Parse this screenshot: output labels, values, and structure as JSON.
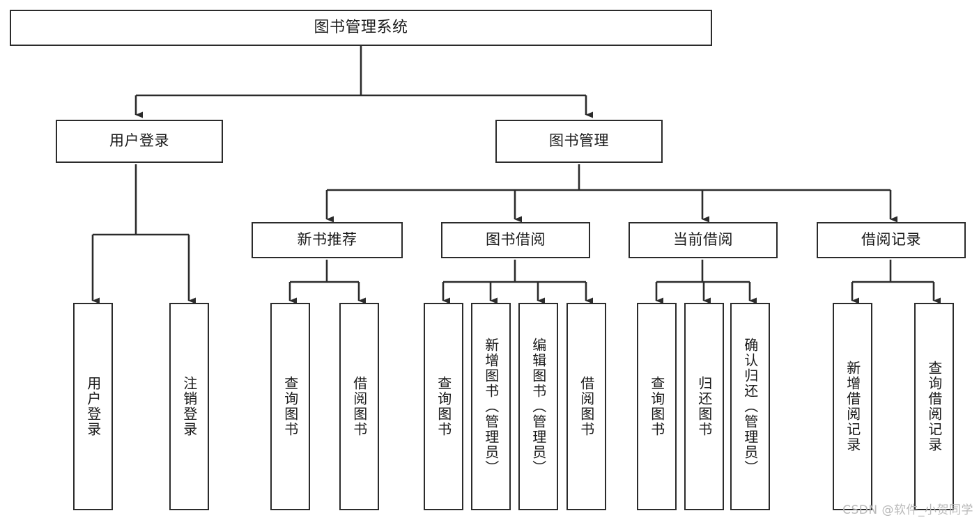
{
  "diagram": {
    "type": "tree-hierarchy",
    "title": "图书管理系统",
    "watermark": "CSDN @软件_小贺同学",
    "colors": {
      "stroke": "#2b2b2b",
      "fill": "#ffffff",
      "text": "#1a1a1a",
      "watermark": "#b9b9b9",
      "background": "#ffffff"
    },
    "levels": {
      "root_label": "图书管理系统",
      "level2_labels": [
        "用户登录",
        "图书管理"
      ],
      "level3_labels": [
        "新书推荐",
        "图书借阅",
        "当前借阅",
        "借阅记录"
      ]
    },
    "nodes": {
      "root": {
        "label": "图书管理系统",
        "orientation": "horizontal"
      },
      "user_login": {
        "label": "用户登录",
        "orientation": "horizontal"
      },
      "book_manage": {
        "label": "图书管理",
        "orientation": "horizontal"
      },
      "new_book_rec": {
        "label": "新书推荐",
        "orientation": "horizontal"
      },
      "book_borrow": {
        "label": "图书借阅",
        "orientation": "horizontal"
      },
      "current_borrow": {
        "label": "当前借阅",
        "orientation": "horizontal"
      },
      "borrow_record": {
        "label": "借阅记录",
        "orientation": "horizontal"
      },
      "leaf_user_login": {
        "label": "用户登录",
        "orientation": "vertical"
      },
      "leaf_logout": {
        "label": "注销登录",
        "orientation": "vertical"
      },
      "leaf_query_book_1": {
        "label": "查询图书",
        "orientation": "vertical"
      },
      "leaf_borrow_book_1": {
        "label": "借阅图书",
        "orientation": "vertical"
      },
      "leaf_query_book_2": {
        "label": "查询图书",
        "orientation": "vertical"
      },
      "leaf_add_book": {
        "label": "新增图书（管理员）",
        "orientation": "vertical"
      },
      "leaf_edit_book": {
        "label": "编辑图书（管理员）",
        "orientation": "vertical"
      },
      "leaf_borrow_book_2": {
        "label": "借阅图书",
        "orientation": "vertical"
      },
      "leaf_query_book_3": {
        "label": "查询图书",
        "orientation": "vertical"
      },
      "leaf_return_book": {
        "label": "归还图书",
        "orientation": "vertical"
      },
      "leaf_confirm_return": {
        "label": "确认归还（管理员）",
        "orientation": "vertical"
      },
      "leaf_add_record": {
        "label": "新增借阅记录",
        "orientation": "vertical"
      },
      "leaf_query_record": {
        "label": "查询借阅记录",
        "orientation": "vertical"
      }
    },
    "edges": [
      {
        "from": "root",
        "to": "user_login"
      },
      {
        "from": "root",
        "to": "book_manage"
      },
      {
        "from": "user_login",
        "to": "leaf_user_login"
      },
      {
        "from": "user_login",
        "to": "leaf_logout"
      },
      {
        "from": "book_manage",
        "to": "new_book_rec"
      },
      {
        "from": "book_manage",
        "to": "book_borrow"
      },
      {
        "from": "book_manage",
        "to": "current_borrow"
      },
      {
        "from": "book_manage",
        "to": "borrow_record"
      },
      {
        "from": "new_book_rec",
        "to": "leaf_query_book_1"
      },
      {
        "from": "new_book_rec",
        "to": "leaf_borrow_book_1"
      },
      {
        "from": "book_borrow",
        "to": "leaf_query_book_2"
      },
      {
        "from": "book_borrow",
        "to": "leaf_add_book"
      },
      {
        "from": "book_borrow",
        "to": "leaf_edit_book"
      },
      {
        "from": "book_borrow",
        "to": "leaf_borrow_book_2"
      },
      {
        "from": "current_borrow",
        "to": "leaf_query_book_3"
      },
      {
        "from": "current_borrow",
        "to": "leaf_return_book"
      },
      {
        "from": "current_borrow",
        "to": "leaf_confirm_return"
      },
      {
        "from": "borrow_record",
        "to": "leaf_add_record"
      },
      {
        "from": "borrow_record",
        "to": "leaf_query_record"
      }
    ]
  }
}
